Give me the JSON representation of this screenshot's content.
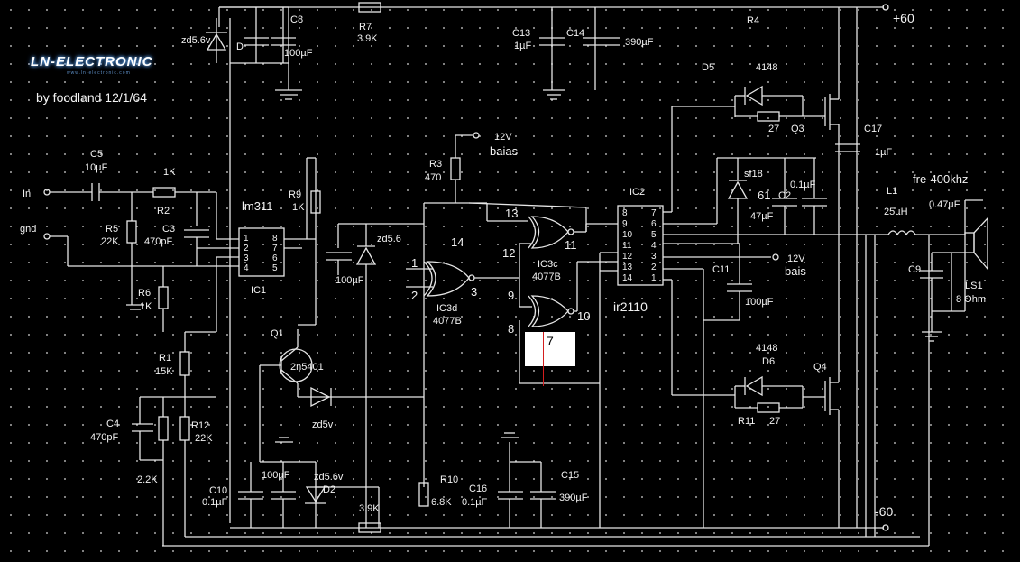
{
  "branding": {
    "logo": "LN-ELECTRONIC",
    "logo_tagline": "www.ln-electronic.com",
    "author": "by foodland 12/1/64"
  },
  "rails": {
    "pos": "+60",
    "neg": "-60"
  },
  "inputs": {
    "in": "In",
    "gnd": "gnd"
  },
  "freq_note": "fre-400khz",
  "ics": {
    "ic1_name": "lm311",
    "ic1_ref": "IC1",
    "ic2_ref": "IC2",
    "ic2_name": "ir2110",
    "ic3c_ref": "IC3c",
    "ic3c_part": "4077B",
    "ic3d_ref": "IC3d",
    "ic3d_part": "4077B"
  },
  "transistors": {
    "q1": "Q1",
    "q1_part": "2n5401",
    "q3": "Q3",
    "q4": "Q4"
  },
  "resistors": {
    "r1": "R1",
    "r1_val": "15K",
    "r2": "R2",
    "r2_val": "1K",
    "r3": "R3",
    "r3_val": "470",
    "r4": "R4",
    "r5": "R5",
    "r5_val": "22K",
    "r6": "R6",
    "r6_val": "1K",
    "r7": "R7",
    "r7_val": "3.9K",
    "r9": "R9",
    "r9_val": "1K",
    "r10": "R10",
    "r10_val": "6.8K",
    "r11": "R11",
    "r11_val": "27",
    "r12": "R12",
    "r12_val": "22K",
    "r_bottom_val": "3.9K",
    "r_q3_val": "27",
    "r_c4_val": "2.2K"
  },
  "capacitors": {
    "c2": "C2",
    "c2_val": "0.1µF",
    "c3": "C3",
    "c3_val": "470pF",
    "c4": "C4",
    "c4_val": "470pF",
    "c5": "C5",
    "c5_val": "10µF",
    "c8": "C8",
    "c8_val": "100µF",
    "c9": "C9",
    "c10": "C10",
    "c10_val": "0.1µF",
    "c10b_val": "100µF",
    "c11": "C11",
    "c11_val": "100µF",
    "c13": "C13",
    "c13_val": "1µF",
    "c14": "C14",
    "c14_val": "390µF",
    "c15": "C15",
    "c15_val": "390µF",
    "c16": "C16",
    "c16_val": "0.1µF",
    "c17": "C17",
    "c17_val": "1µF",
    "c_zd_val": "100µF",
    "c_boot_val": "47µF",
    "c_out_val": "0.47µF",
    "c61": "61"
  },
  "diodes": {
    "zd_top": "zd5.6v",
    "d_top": "D",
    "zd_mid": "zd5.6",
    "zd_q1": "zd5v",
    "zd_bot": "zd5.6v",
    "d2": "D2",
    "d5": "D5",
    "d5_part": "4148",
    "d6": "D6",
    "d6_part": "4148",
    "sf18": "sf18"
  },
  "inductor": {
    "ref": "L1",
    "val": "25µH"
  },
  "speaker": {
    "ref": "LS1",
    "val": "8 Ohm"
  },
  "bias": {
    "v1": "12V",
    "t1": "baias",
    "v2": "12V",
    "t2": "bais"
  },
  "pins": {
    "ic1_left": [
      "1",
      "2",
      "3",
      "4"
    ],
    "ic1_right": [
      "8",
      "7",
      "6",
      "5"
    ],
    "ic2_left": [
      "8",
      "9",
      "10",
      "11",
      "12",
      "13",
      "14"
    ],
    "ic2_right": [
      "7",
      "6",
      "5",
      "4",
      "3",
      "2",
      "1"
    ],
    "gate": [
      "13",
      "12",
      "11",
      "14",
      "1",
      "2",
      "3",
      "9",
      "8",
      "10"
    ]
  },
  "annotation_box": "7"
}
